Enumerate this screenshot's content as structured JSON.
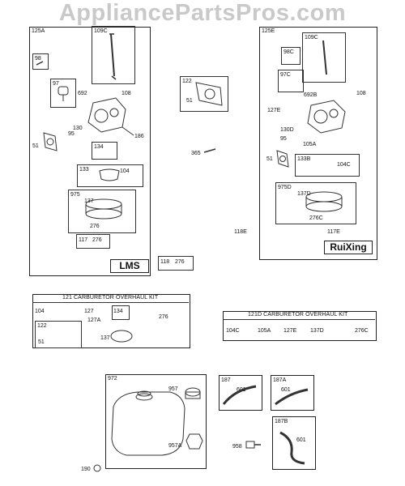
{
  "watermark": "AppliancePartsPros.com",
  "brand_lms": "LMS",
  "brand_ruixing": "RuiXing",
  "kit_121_title": "121 CARBURETOR OVERHAUL KIT",
  "kit_121d_title": "121D CARBURETOR OVERHAUL KIT",
  "labels": {
    "p125A": "125A",
    "p109C_a": "109C",
    "p98": "98",
    "p97": "97",
    "p692": "692",
    "p108_a": "108",
    "p130": "130",
    "p95_a": "95",
    "p51_a": "51",
    "p186": "186",
    "p134_a": "134",
    "p133": "133",
    "p104_a": "104",
    "p975": "975",
    "p137_a": "137",
    "p276_a": "276",
    "p117": "117",
    "p276_b": "276",
    "p122_a": "122",
    "p51_b": "51",
    "p365": "365",
    "p118": "118",
    "p276_c": "276",
    "p118E": "118E",
    "p125E": "125E",
    "p109C_b": "109C",
    "p98C": "98C",
    "p97C": "97C",
    "p692B": "692B",
    "p108_b": "108",
    "p127E_a": "127E",
    "p130D": "130D",
    "p95_b": "95",
    "p105A_a": "105A",
    "p51_c": "51",
    "p133B": "133B",
    "p104C_a": "104C",
    "p975D": "975D",
    "p137D_a": "137D",
    "p276C_a": "276C",
    "p117E": "117E",
    "k104": "104",
    "k127": "127",
    "k134": "134",
    "k127A": "127A",
    "k276": "276",
    "k122": "122",
    "k51": "51",
    "k137": "137",
    "d104C": "104C",
    "d105A": "105A",
    "d127E": "127E",
    "d137D": "137D",
    "d276C": "276C",
    "p972": "972",
    "p957": "957",
    "p957A": "957A",
    "p958": "958",
    "p190": "190",
    "p187": "187",
    "p601_a": "601",
    "p187A": "187A",
    "p601_b": "601",
    "p187B": "187B",
    "p601_c": "601"
  }
}
